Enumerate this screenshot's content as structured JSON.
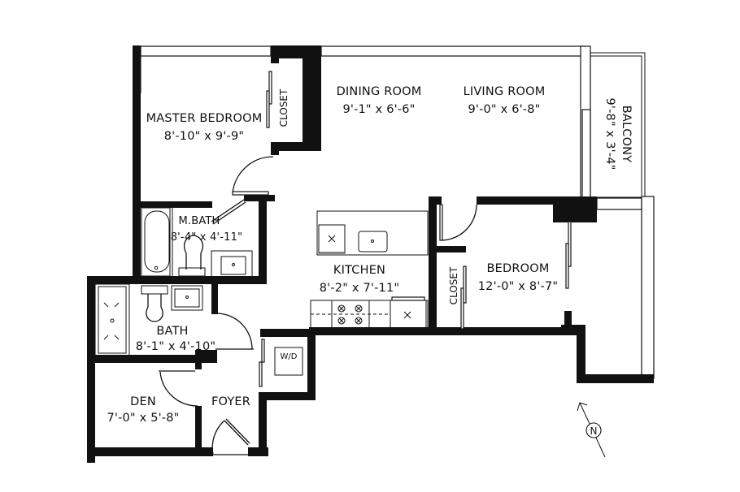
{
  "floorplan": {
    "rooms": [
      {
        "id": "master-bedroom",
        "name": "MASTER BEDROOM",
        "dims": "8'-10\" x 9'-9\""
      },
      {
        "id": "closet-master",
        "name": "CLOSET"
      },
      {
        "id": "dining-room",
        "name": "DINING ROOM",
        "dims": "9'-1\" x 6'-6\""
      },
      {
        "id": "living-room",
        "name": "LIVING ROOM",
        "dims": "9'-0\" x 6'-8\""
      },
      {
        "id": "balcony",
        "name": "BALCONY",
        "dims": "9'-8\" x 3'-4\""
      },
      {
        "id": "master-bath",
        "name": "M.BATH",
        "dims": "8'-4\" x 4'-11\""
      },
      {
        "id": "kitchen",
        "name": "KITCHEN",
        "dims": "8'-2\" x 7'-11\""
      },
      {
        "id": "bedroom",
        "name": "BEDROOM",
        "dims": "12'-0\" x 8'-7\""
      },
      {
        "id": "closet-bedroom",
        "name": "CLOSET"
      },
      {
        "id": "bath",
        "name": "BATH",
        "dims": "8'-1\" x 4'-10\""
      },
      {
        "id": "den",
        "name": "DEN",
        "dims": "7'-0\" x 5'-8\""
      },
      {
        "id": "foyer",
        "name": "FOYER"
      }
    ],
    "fixtures": {
      "washer_dryer": "W/D"
    },
    "compass": {
      "label": "N",
      "icon": "north-arrow-icon"
    },
    "colors": {
      "wall": "#111111",
      "background": "#ffffff"
    }
  }
}
